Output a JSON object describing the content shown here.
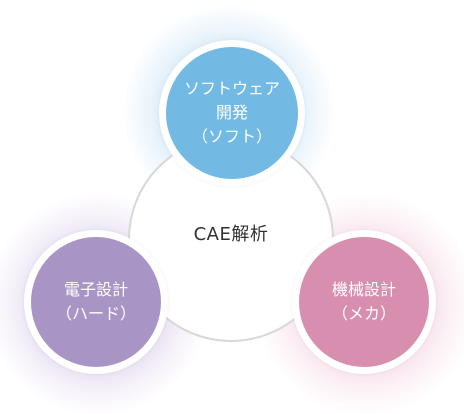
{
  "diagram": {
    "center": {
      "label": "CAE解析"
    },
    "nodes": {
      "top": {
        "line1": "ソフトウェア",
        "line2": "開発",
        "line3": "（ソフト）"
      },
      "left": {
        "line1": "電子設計",
        "line2": "（ハード）"
      },
      "right": {
        "line1": "機械設計",
        "line2": "（メカ）"
      }
    },
    "colors": {
      "software": "#72b9e3",
      "electronic": "#a995c5",
      "mechanical": "#d88eae",
      "ring": "#d8d8d8"
    }
  }
}
